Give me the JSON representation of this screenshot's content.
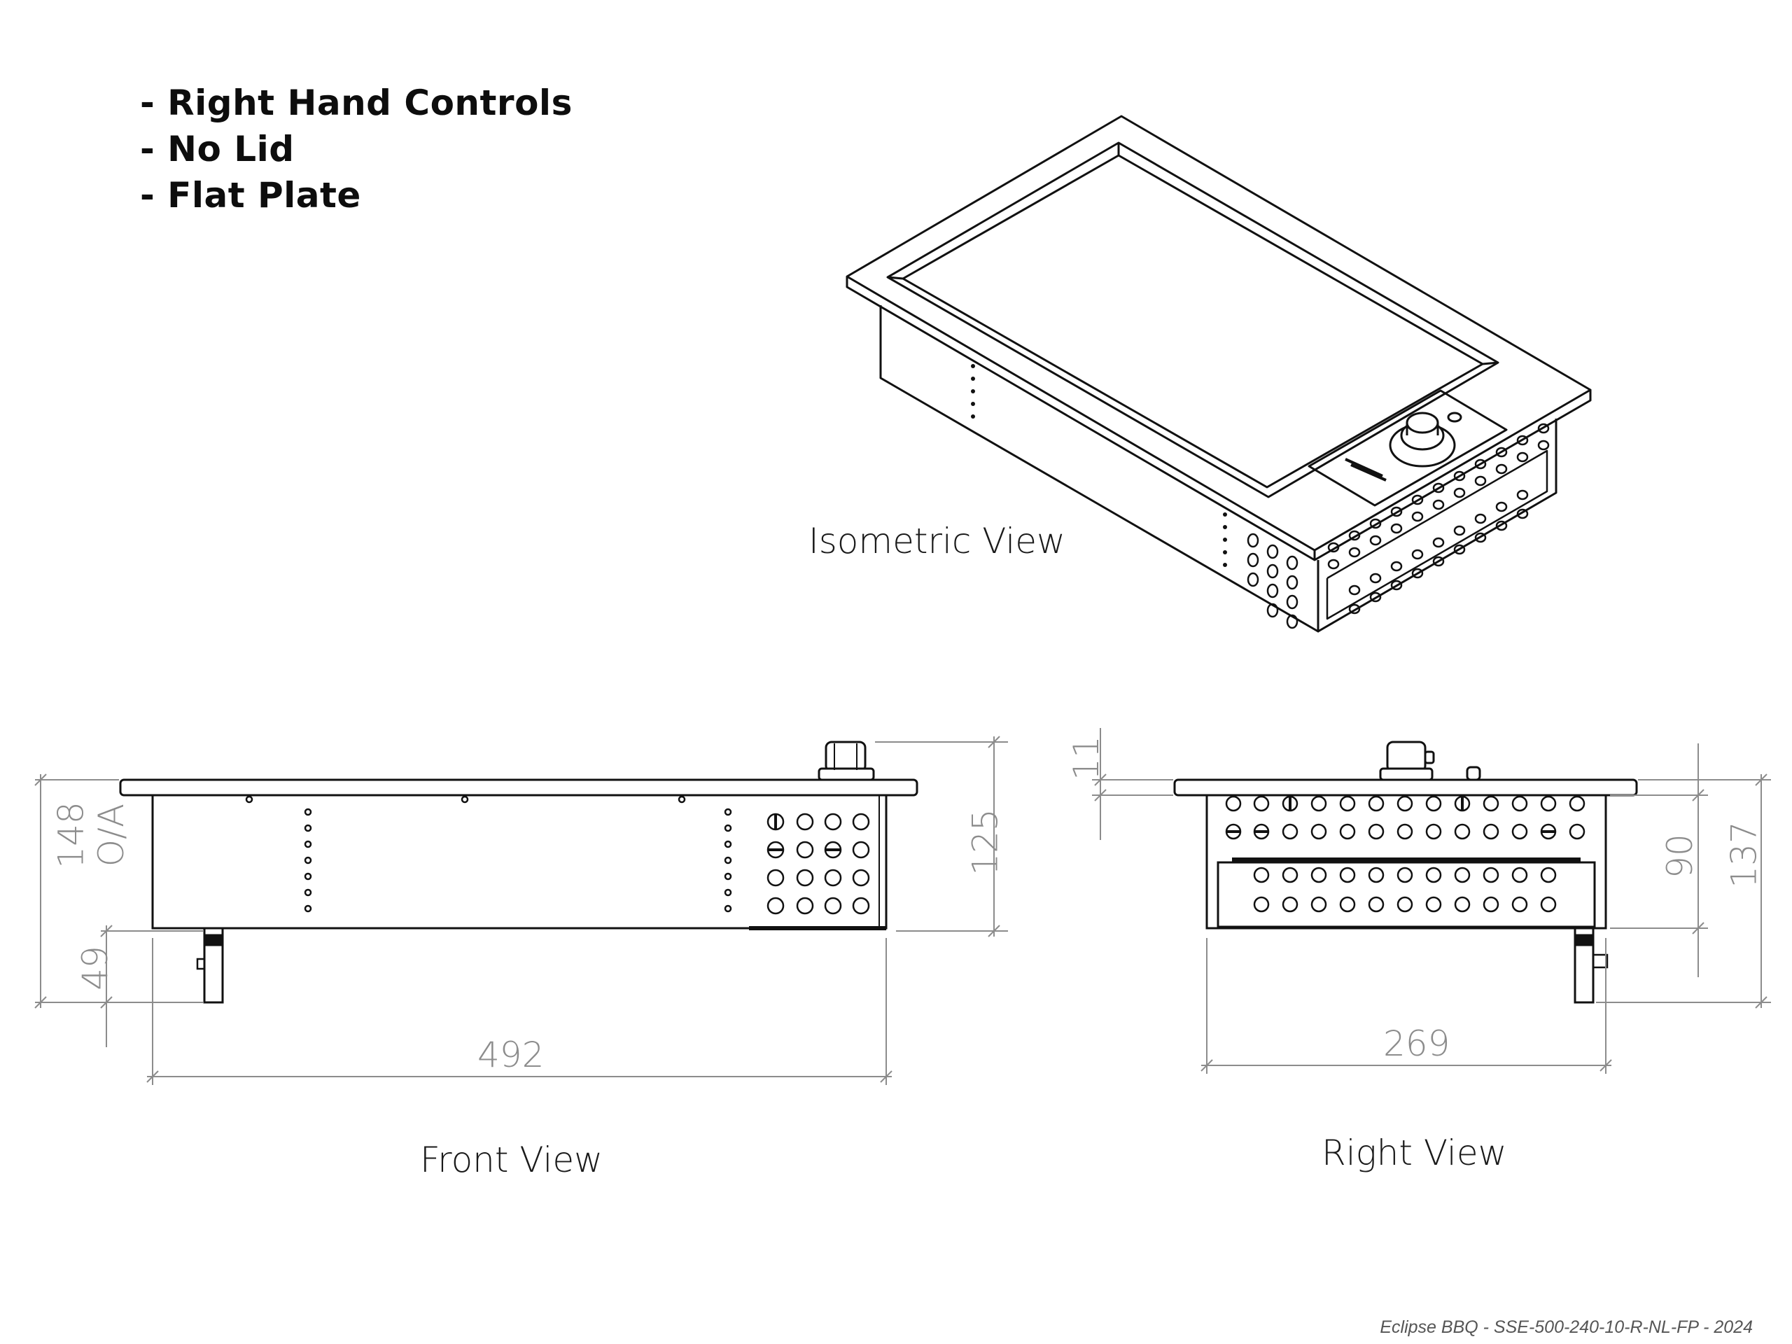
{
  "notes": {
    "items": [
      "- Right Hand Controls",
      "- No Lid",
      "- Flat Plate"
    ]
  },
  "views": {
    "isometric": "Isometric  View",
    "front": "Front View",
    "right": "Right View"
  },
  "dimensions": {
    "front_width": "492",
    "front_height": "125",
    "overall_label": "148",
    "overall_suffix": "O/A",
    "leg": "49",
    "top_thickness": "11",
    "right_body": "90",
    "right_overall": "137",
    "right_width": "269"
  },
  "footer": "Eclipse BBQ - SSE-500-240-10-R-NL-FP - 2024",
  "colors": {
    "line": "#111111",
    "dimension": "#8c8c8c"
  }
}
